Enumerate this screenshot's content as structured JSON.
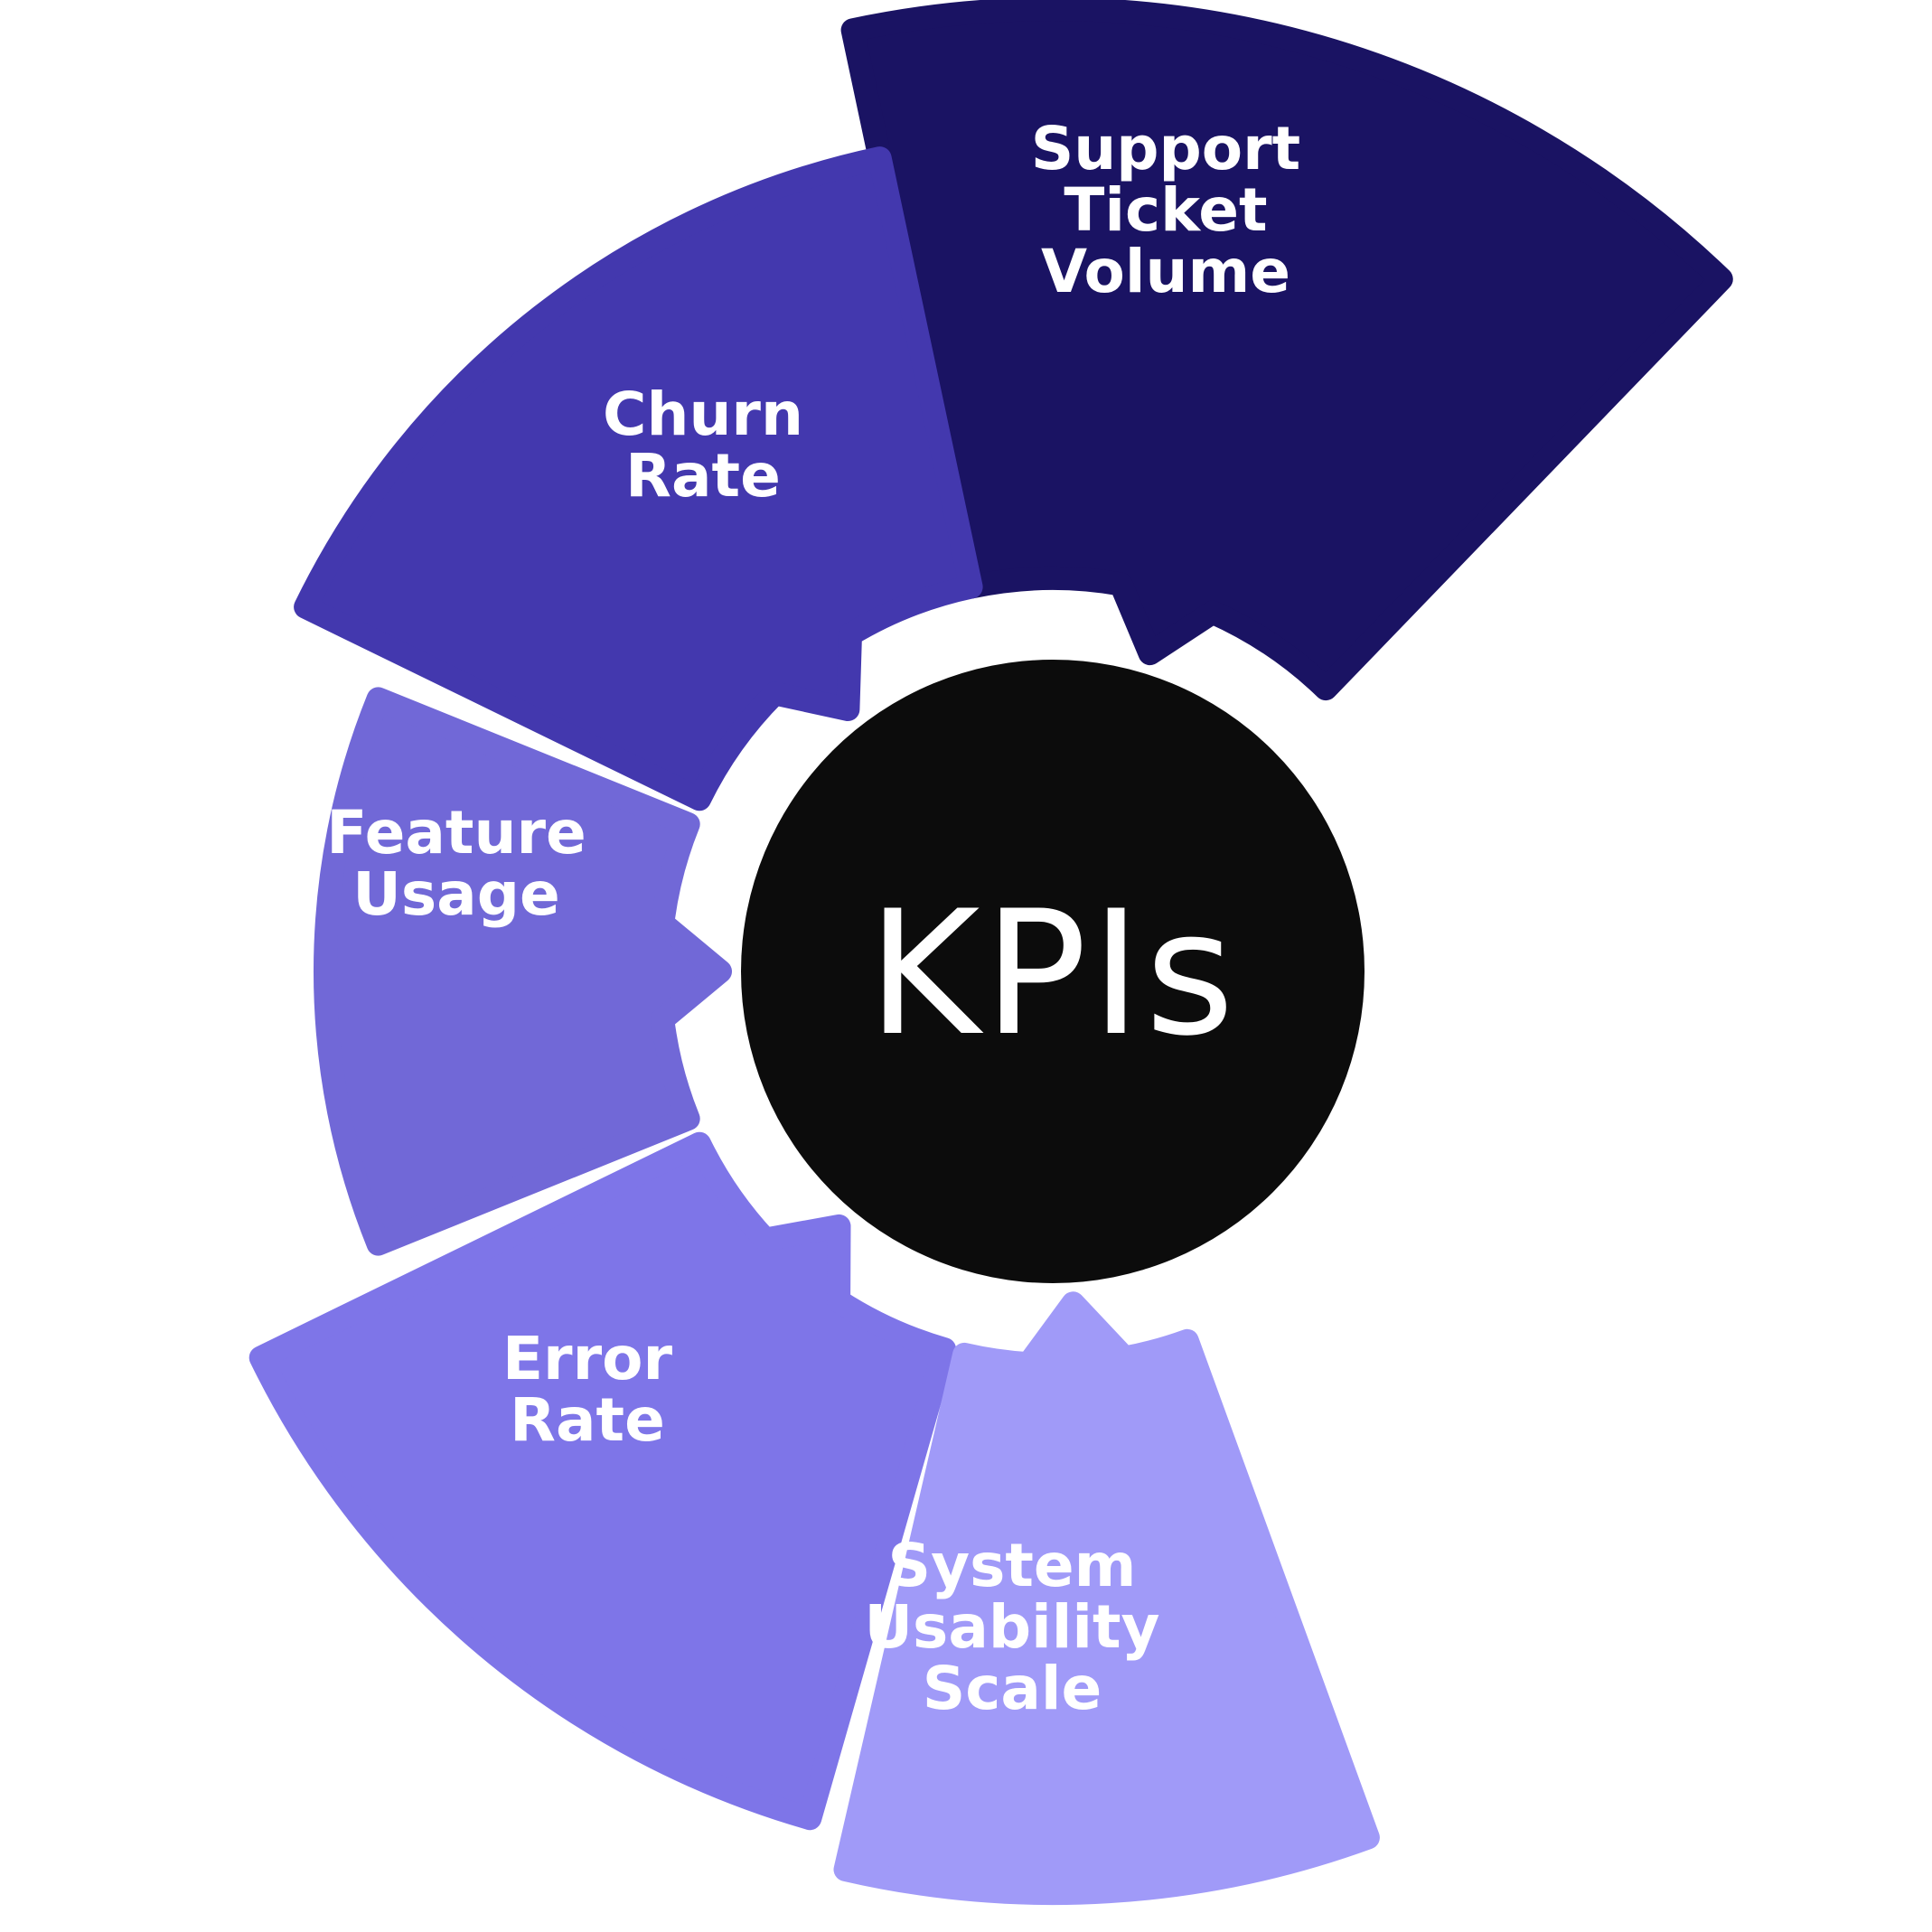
{
  "diagram": {
    "title": "KPIs circular infographic",
    "background": "#ffffff",
    "center": {
      "label": "KPIs",
      "color": "#0c0c0c",
      "text_color": "#ffffff"
    },
    "segments": [
      {
        "id": "support-ticket-volume",
        "label": "Support\nTicket\nVolume",
        "color": "#1a1363"
      },
      {
        "id": "churn-rate",
        "label": "Churn\nRate",
        "color": "#4338ae"
      },
      {
        "id": "feature-usage",
        "label": "Feature\nUsage",
        "color": "#7168d7"
      },
      {
        "id": "error-rate",
        "label": "Error\nRate",
        "color": "#7e75e8"
      },
      {
        "id": "system-usability-scale",
        "label": "System\nUsability\nScale",
        "color": "#a09af8"
      }
    ]
  }
}
